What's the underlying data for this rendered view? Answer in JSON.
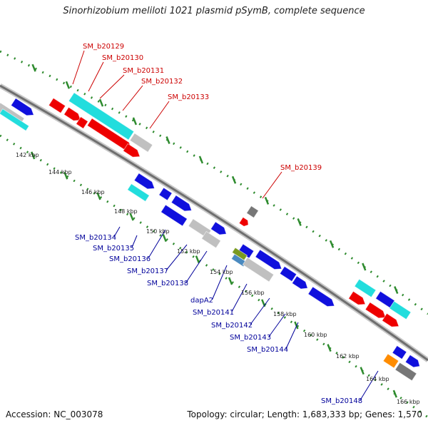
{
  "title": "Sinorhizobium meliloti 1021 plasmid pSymB, complete sequence",
  "colors": {
    "backbone_dark": "#7a7a7a",
    "backbone_light": "#c8c8c8",
    "tick": "#2e8b2e",
    "forward_label": "#cc0000",
    "reverse_label": "#00009a",
    "gene_red": "#ee0000",
    "gene_blue": "#1010dd",
    "gene_cyan": "#22dddd",
    "gene_gray": "#c0c0c0",
    "gene_darkgray": "#777777",
    "gene_orange": "#ff8c00",
    "gene_olive": "#7a9a20",
    "gene_steel": "#4a8ac0"
  },
  "scale_labels": [
    "142 kbp",
    "144 kbp",
    "146 kbp",
    "148 kbp",
    "150 kbp",
    "152 kbp",
    "154 kbp",
    "156 kbp",
    "158 kbp",
    "160 kbp",
    "162 kbp",
    "164 kbp",
    "166 kbp"
  ],
  "forward_labels": [
    "SM_b20129",
    "SM_b20130",
    "SM_b20131",
    "SM_b20132",
    "SM_b20133",
    "SM_b20139"
  ],
  "reverse_labels": [
    "SM_b20134",
    "SM_b20135",
    "SM_b20136",
    "SM_b20137",
    "SM_b20138",
    "dapA2",
    "SM_b20141",
    "SM_b20142",
    "SM_b20143",
    "SM_b20144",
    "SM_b20148"
  ],
  "footer": {
    "accession": "Accession: NC_003078",
    "topology": "Topology: circular; Length: 1,683,333 bp; Genes: 1,570"
  }
}
